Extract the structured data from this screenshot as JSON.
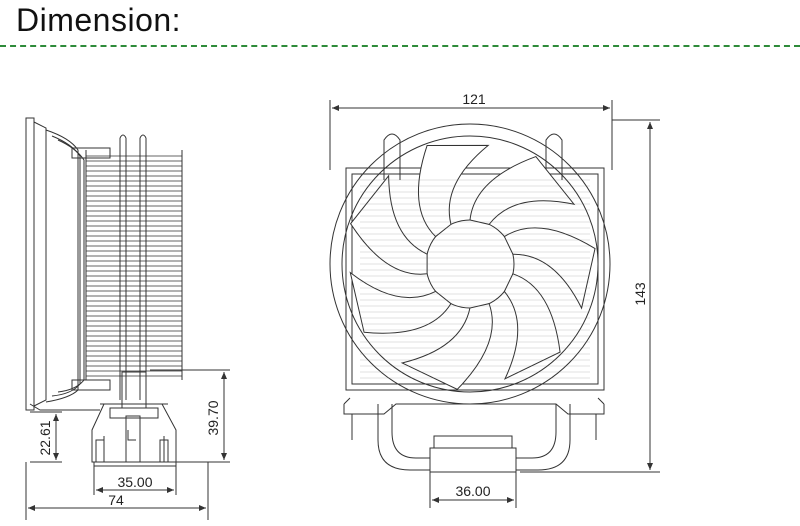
{
  "header": {
    "title": "Dimension:"
  },
  "dimensions": {
    "width_74": "74",
    "base_35": "35.00",
    "height_22": "22.61",
    "height_39": "39.70",
    "fan_width": "121",
    "fan_height": "143",
    "base_36": "36.00"
  },
  "colors": {
    "rule": "#2e8b3a",
    "line": "#333333"
  }
}
